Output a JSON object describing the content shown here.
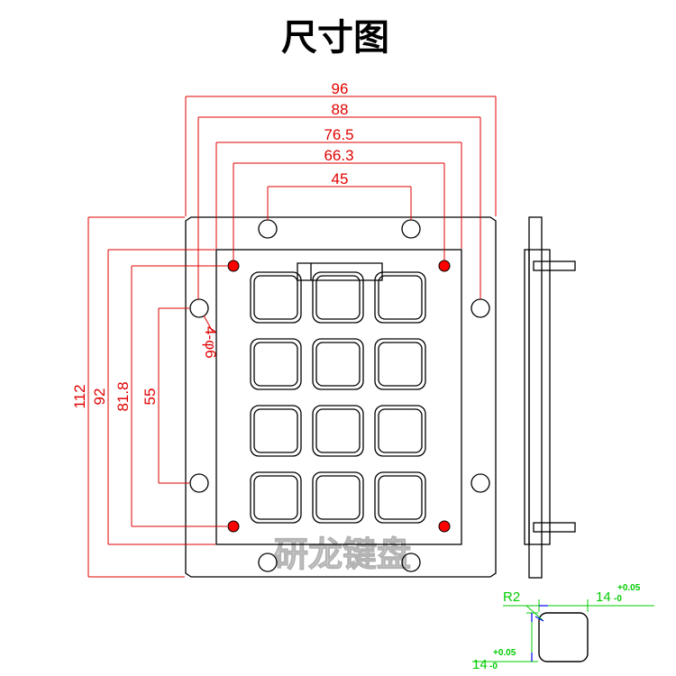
{
  "title": "尺寸图",
  "dimensions": {
    "w96": "96",
    "w88": "88",
    "w76_5": "76.5",
    "w66_3": "66.3",
    "w45": "45",
    "h112": "112",
    "h92": "92",
    "h81_8": "81.8",
    "h55": "55",
    "holes": "4-φ6"
  },
  "key_detail": {
    "radius": "R2",
    "width_nominal": "14",
    "width_upper": "+0.05",
    "width_lower": "-0",
    "height_nominal": "14",
    "height_upper": "+0.05",
    "height_lower": "-0"
  },
  "watermark": "研龙键盘",
  "keypad": {
    "rows": 4,
    "cols": 3
  },
  "colors": {
    "outline": "#000000",
    "dimension": "#e00000",
    "detail_dimension": "#00cc00",
    "detail_arrow": "#0000ff",
    "marker_fill": "#ff0000",
    "watermark": "#c8c8c8"
  }
}
